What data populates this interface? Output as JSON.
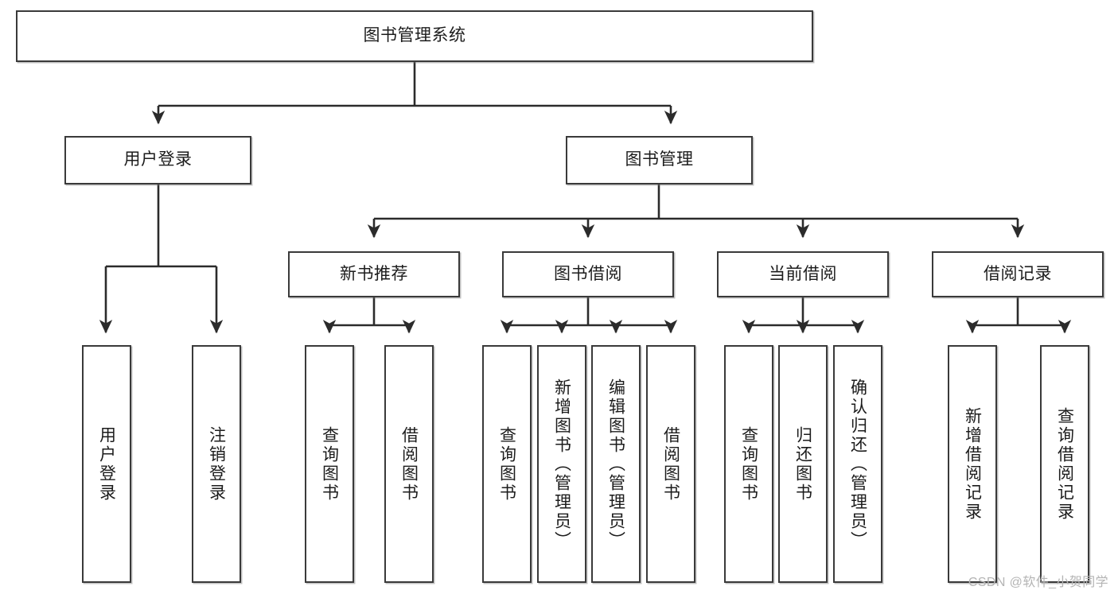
{
  "diagram": {
    "title": "图书管理系统",
    "type": "tree-hierarchy-chart",
    "watermark": "CSDN @软件_小贺同学",
    "colors": {
      "box_border": "#3a3a3a",
      "box_fill": "#ffffff",
      "connector": "#2b2b2b",
      "text": "#1c1c1c",
      "watermark": "#b4b4b4"
    },
    "root": {
      "id": "root",
      "label": "图书管理系统"
    },
    "level2": [
      {
        "id": "user-login",
        "label": "用户登录"
      },
      {
        "id": "book-manage",
        "label": "图书管理"
      }
    ],
    "level3": [
      {
        "id": "new-book-rec",
        "label": "新书推荐"
      },
      {
        "id": "book-borrow",
        "label": "图书借阅"
      },
      {
        "id": "current-borrow",
        "label": "当前借阅"
      },
      {
        "id": "borrow-record",
        "label": "借阅记录"
      }
    ],
    "leaves": {
      "user-login": [
        {
          "id": "leaf-user-login",
          "label": "用户登录"
        },
        {
          "id": "leaf-logout",
          "label": "注销登录"
        }
      ],
      "new-book-rec": [
        {
          "id": "leaf-query-book-1",
          "label": "查询图书"
        },
        {
          "id": "leaf-borrow-book-1",
          "label": "借阅图书"
        }
      ],
      "book-borrow": [
        {
          "id": "leaf-query-book-2",
          "label": "查询图书"
        },
        {
          "id": "leaf-add-book",
          "label": "新增图书（管理员）"
        },
        {
          "id": "leaf-edit-book",
          "label": "编辑图书（管理员）"
        },
        {
          "id": "leaf-borrow-book-2",
          "label": "借阅图书"
        }
      ],
      "current-borrow": [
        {
          "id": "leaf-query-book-3",
          "label": "查询图书"
        },
        {
          "id": "leaf-return-book",
          "label": "归还图书"
        },
        {
          "id": "leaf-confirm-return",
          "label": "确认归还（管理员）"
        }
      ],
      "borrow-record": [
        {
          "id": "leaf-add-record",
          "label": "新增借阅记录"
        },
        {
          "id": "leaf-query-record",
          "label": "查询借阅记录"
        }
      ]
    }
  }
}
